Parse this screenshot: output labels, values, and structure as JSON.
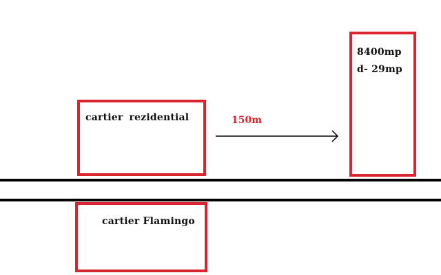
{
  "diagram": {
    "buildings": {
      "rezidential": {
        "label": "cartier  rezidential"
      },
      "flamingo": {
        "label": "cartier Flamingo"
      },
      "lot": {
        "area": "8400mp",
        "distance": "d- 29mp"
      }
    },
    "arrow": {
      "label": "150m"
    },
    "colors": {
      "box_border": "#d9262e",
      "distance_text": "#d9262e",
      "road": "#000000",
      "text": "#111111",
      "background": "#ffffff"
    }
  }
}
